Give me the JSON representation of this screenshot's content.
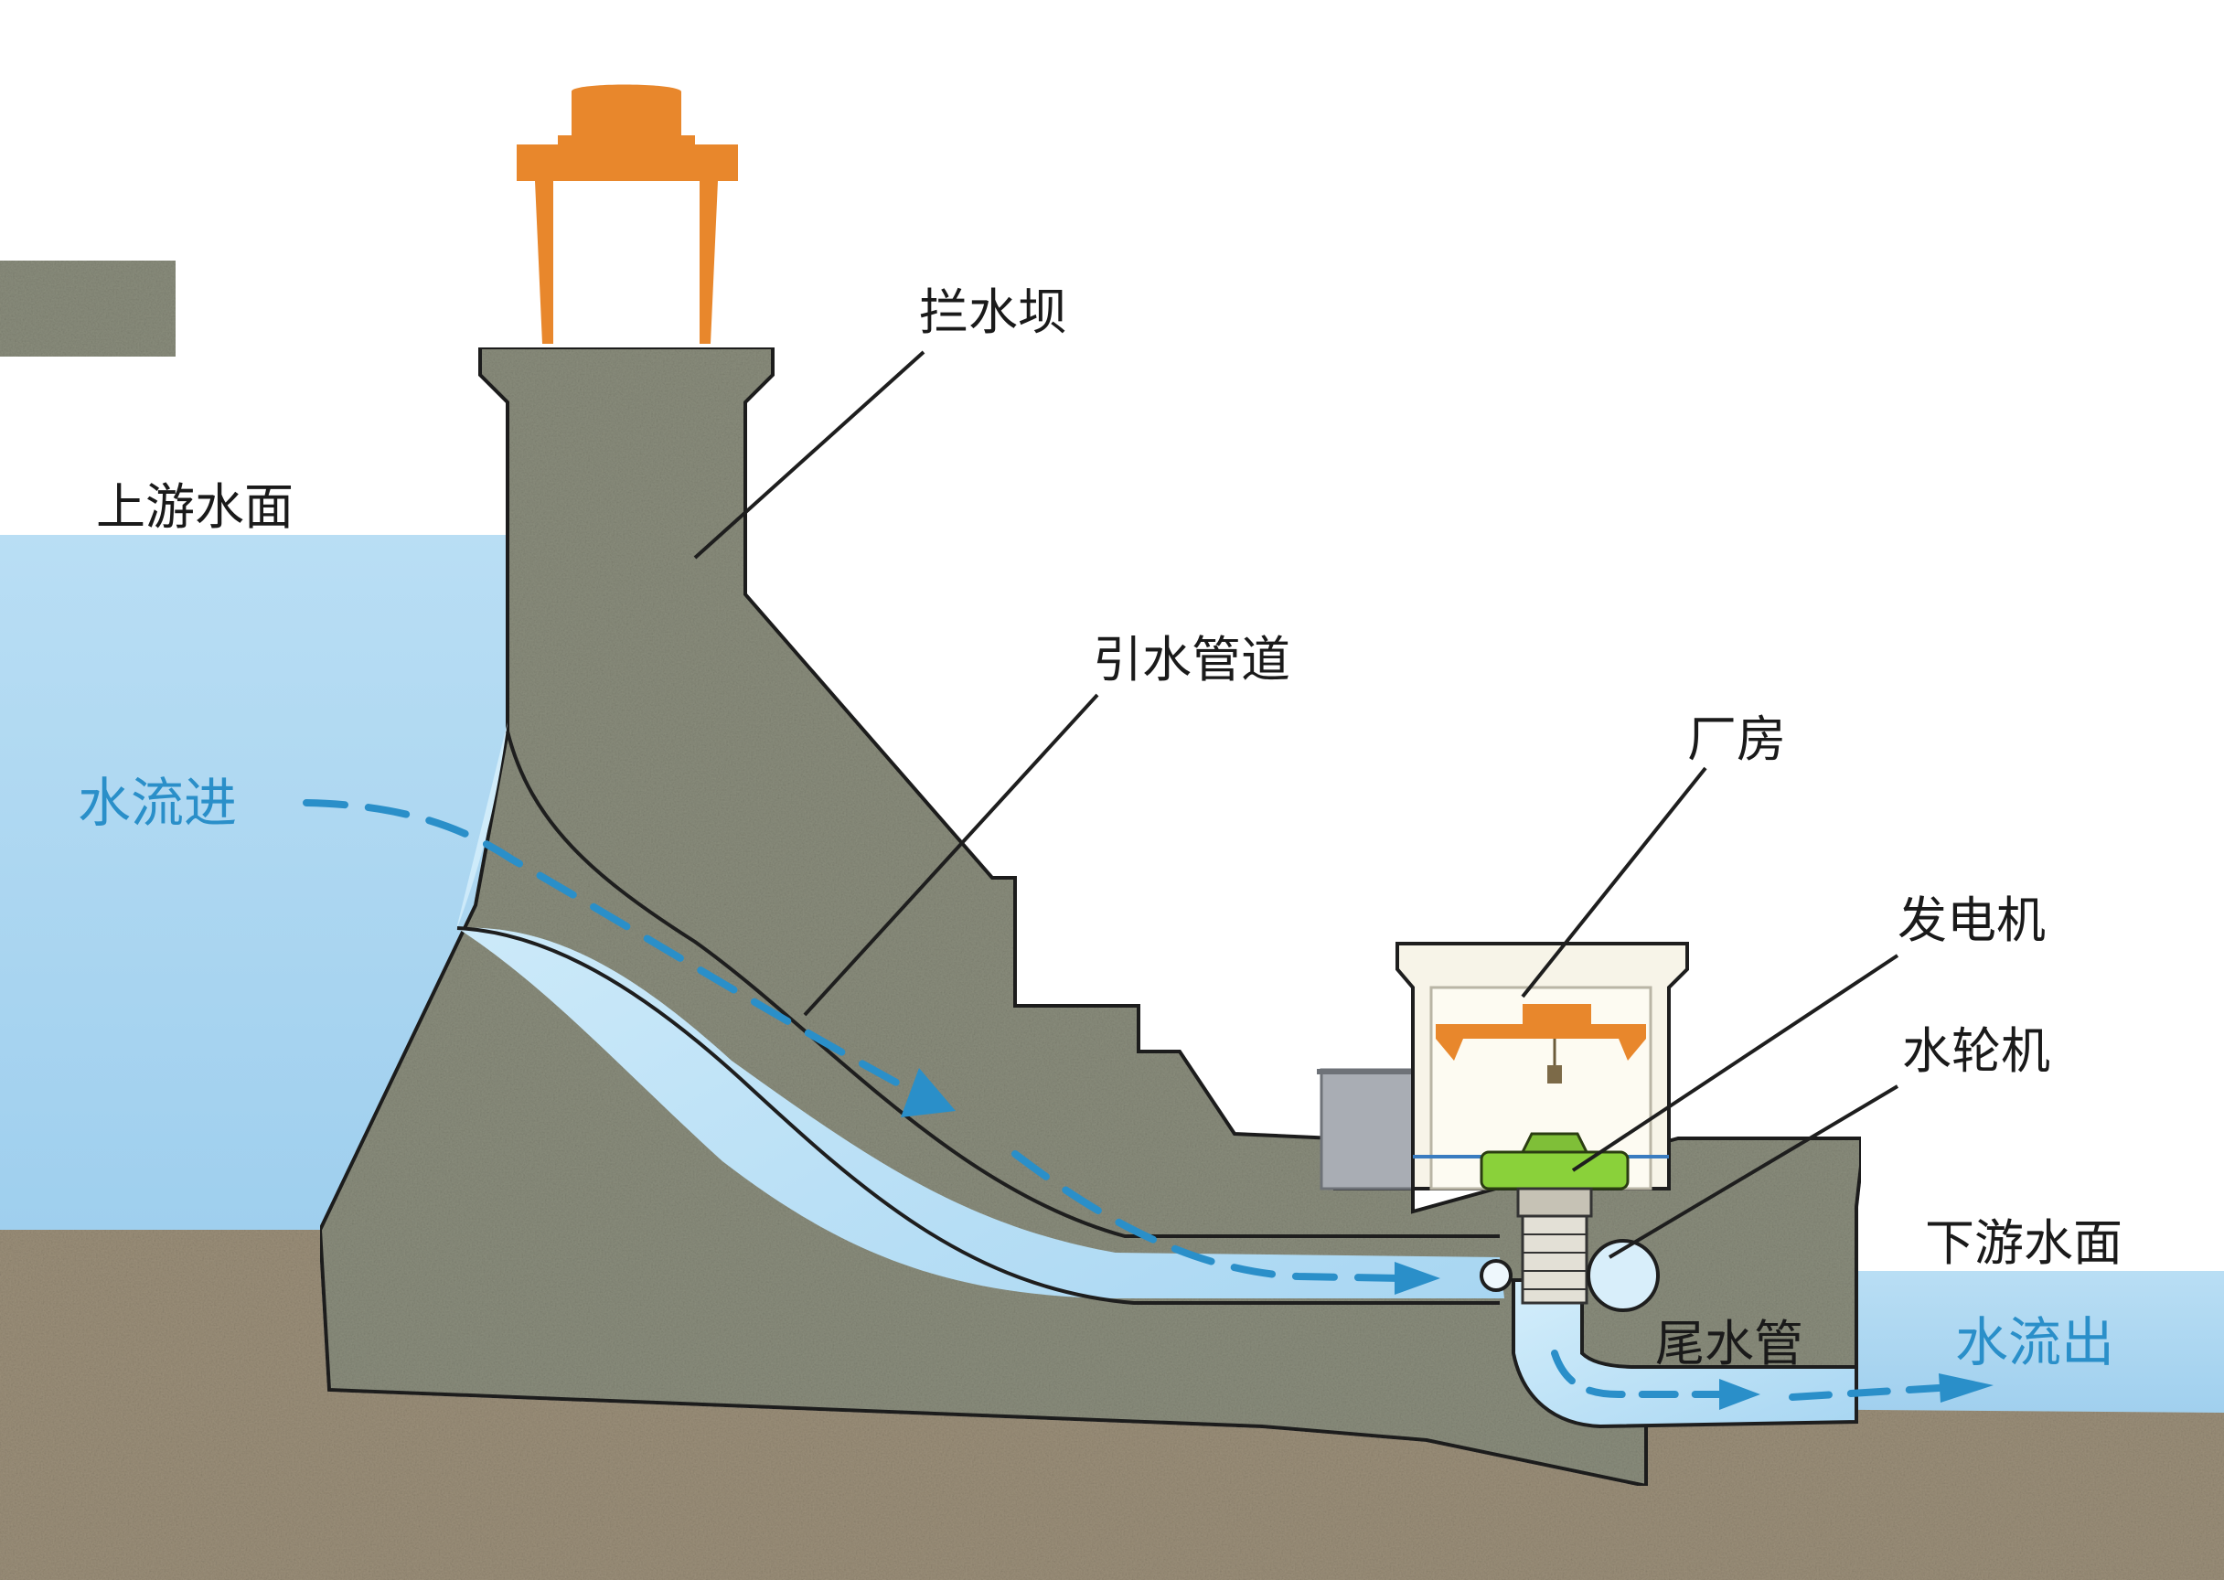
{
  "labels": {
    "upstream_surface": "上游水面",
    "dam": "拦水坝",
    "penstock": "引水管道",
    "powerhouse": "厂房",
    "generator": "发电机",
    "turbine": "水轮机",
    "downstream_surface": "下游水面",
    "draft_tube": "尾水管",
    "flow_in": "水流进",
    "flow_out": "水流出"
  },
  "colors": {
    "water": "#a7d4ef",
    "water_light": "#c7e6f8",
    "concrete": "#8a8d7c",
    "ground": "#9b8f79",
    "crane": "#e8872c",
    "generator": "#8ad13a",
    "flow_arrow": "#2a8fc9",
    "outline": "#1e1e1e"
  }
}
